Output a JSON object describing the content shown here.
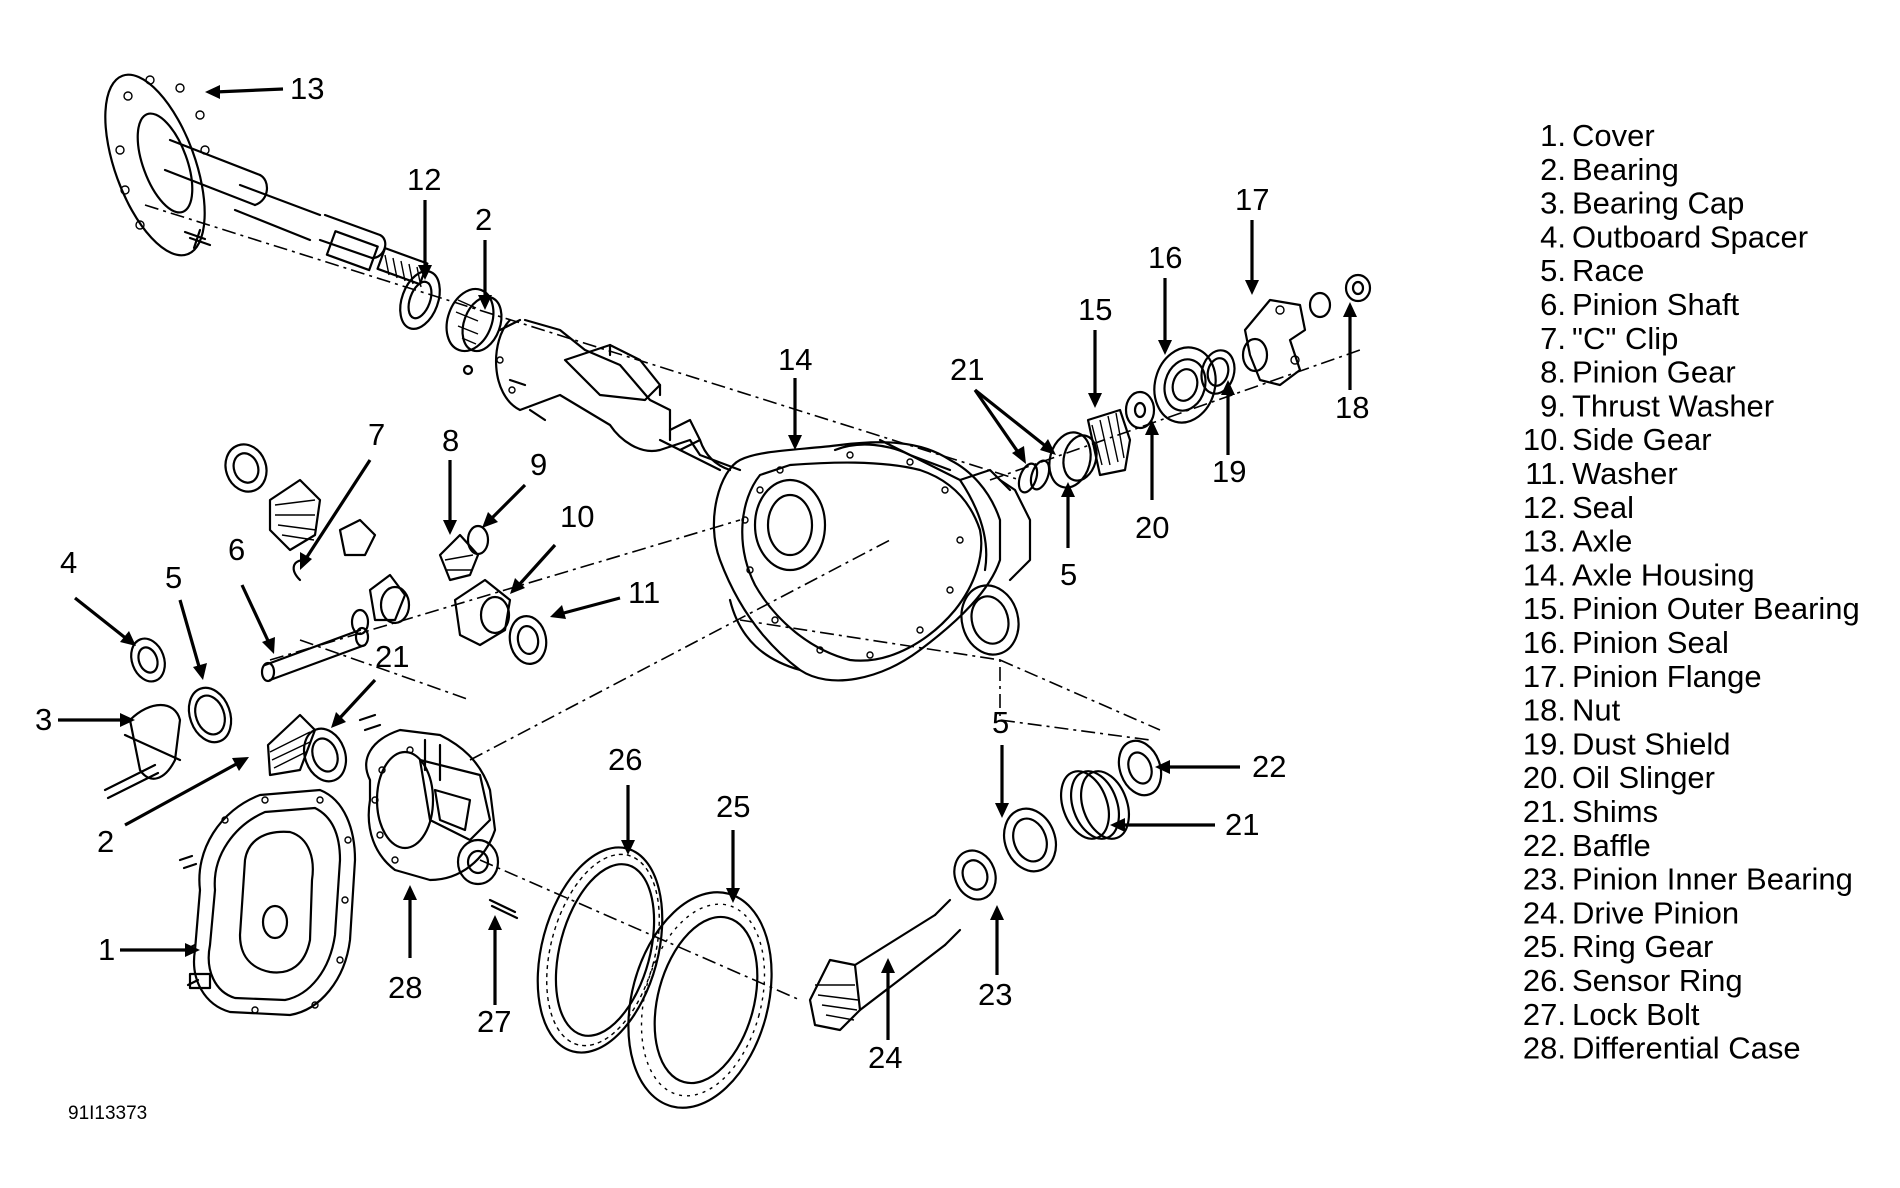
{
  "figure_id": "91I13373",
  "legend": [
    {
      "num": "1.",
      "name": "Cover"
    },
    {
      "num": "2.",
      "name": "Bearing"
    },
    {
      "num": "3.",
      "name": "Bearing Cap"
    },
    {
      "num": "4.",
      "name": "Outboard Spacer"
    },
    {
      "num": "5.",
      "name": "Race"
    },
    {
      "num": "6.",
      "name": "Pinion Shaft"
    },
    {
      "num": "7.",
      "name": "\"C\" Clip"
    },
    {
      "num": "8.",
      "name": "Pinion Gear"
    },
    {
      "num": "9.",
      "name": "Thrust Washer"
    },
    {
      "num": "10.",
      "name": "Side Gear"
    },
    {
      "num": "11.",
      "name": "Washer"
    },
    {
      "num": "12.",
      "name": "Seal"
    },
    {
      "num": "13.",
      "name": "Axle"
    },
    {
      "num": "14.",
      "name": "Axle Housing"
    },
    {
      "num": "15.",
      "name": "Pinion Outer Bearing"
    },
    {
      "num": "16.",
      "name": "Pinion Seal"
    },
    {
      "num": "17.",
      "name": "Pinion Flange"
    },
    {
      "num": "18.",
      "name": "Nut"
    },
    {
      "num": "19.",
      "name": "Dust Shield"
    },
    {
      "num": "20.",
      "name": "Oil Slinger"
    },
    {
      "num": "21.",
      "name": "Shims"
    },
    {
      "num": "22.",
      "name": "Baffle"
    },
    {
      "num": "23.",
      "name": "Pinion Inner Bearing"
    },
    {
      "num": "24.",
      "name": "Drive Pinion"
    },
    {
      "num": "25.",
      "name": "Ring Gear"
    },
    {
      "num": "26.",
      "name": "Sensor Ring"
    },
    {
      "num": "27.",
      "name": "Lock Bolt"
    },
    {
      "num": "28.",
      "name": "Differential Case"
    }
  ],
  "callouts": [
    "13",
    "12",
    "2",
    "17",
    "16",
    "15",
    "18",
    "14",
    "21",
    "19",
    "20",
    "5",
    "7",
    "8",
    "9",
    "10",
    "11",
    "4",
    "6",
    "5",
    "21",
    "3",
    "2",
    "1",
    "28",
    "27",
    "26",
    "25",
    "24",
    "23",
    "5",
    "22",
    "21"
  ]
}
